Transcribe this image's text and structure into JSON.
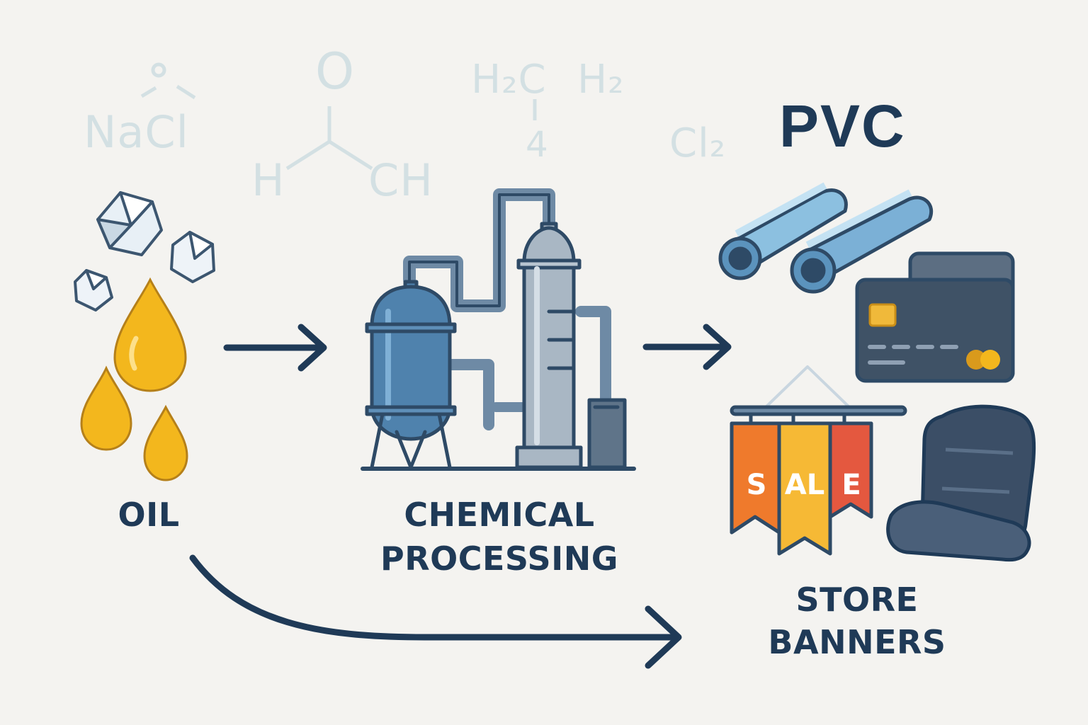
{
  "background_formulas": {
    "nacl": "NaCl",
    "o_top": "O",
    "h_left": "H",
    "ch_right": "CH",
    "h2c": "H₂C",
    "h2": "H₂",
    "four": "4",
    "cl2": "Cl₂"
  },
  "labels": {
    "oil": "OIL",
    "chemical_line1": "CHEMICAL",
    "chemical_line2": "PROCESSING",
    "pvc": "PVC",
    "store_line1": "STORE",
    "store_line2": "BANNERS"
  },
  "sale_banner": {
    "letters": [
      "S",
      "AL",
      "E"
    ]
  },
  "colors": {
    "navy": "#1f3a57",
    "oil": "#f3b71d",
    "pipe_blue": "#5b93bd",
    "tank_blue": "#4f82ad",
    "column_gray": "#a9b7c4",
    "card": "#3f5266",
    "banner_orange": "#ef7a2c",
    "banner_yellow": "#f6b935",
    "banner_red": "#e4583f",
    "seat": "#3b4e66"
  },
  "icons": [
    "salt-crystal-icon",
    "oil-drop-icon",
    "refinery-icon",
    "pvc-pipe-icon",
    "credit-card-icon",
    "sale-banner-icon",
    "car-seat-icon",
    "arrow-icon"
  ]
}
